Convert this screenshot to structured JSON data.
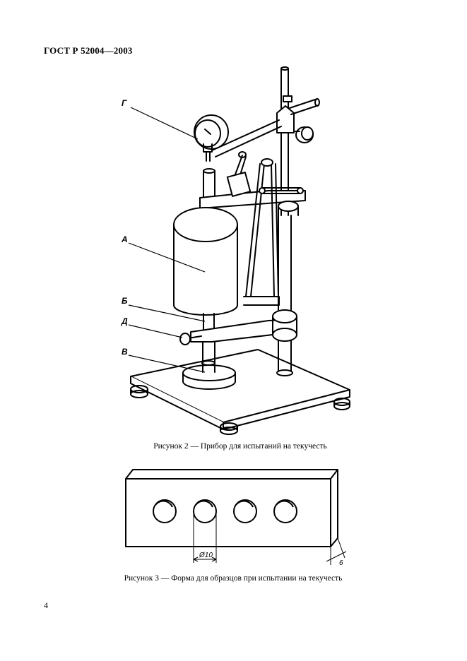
{
  "header": {
    "doc_code": "ГОСТ Р 52004—2003"
  },
  "figure2": {
    "labels": {
      "g": "Г",
      "a": "А",
      "b": "Б",
      "d": "Д",
      "v": "В"
    },
    "caption": "Рисунок 2 — Прибор для испытаний на текучесть"
  },
  "figure3": {
    "dimension_diameter": "Ø10",
    "dimension_thickness": "6",
    "caption": "Рисунок 3 — Форма для образцов при испытании на текучесть"
  },
  "page": {
    "number": "4"
  }
}
